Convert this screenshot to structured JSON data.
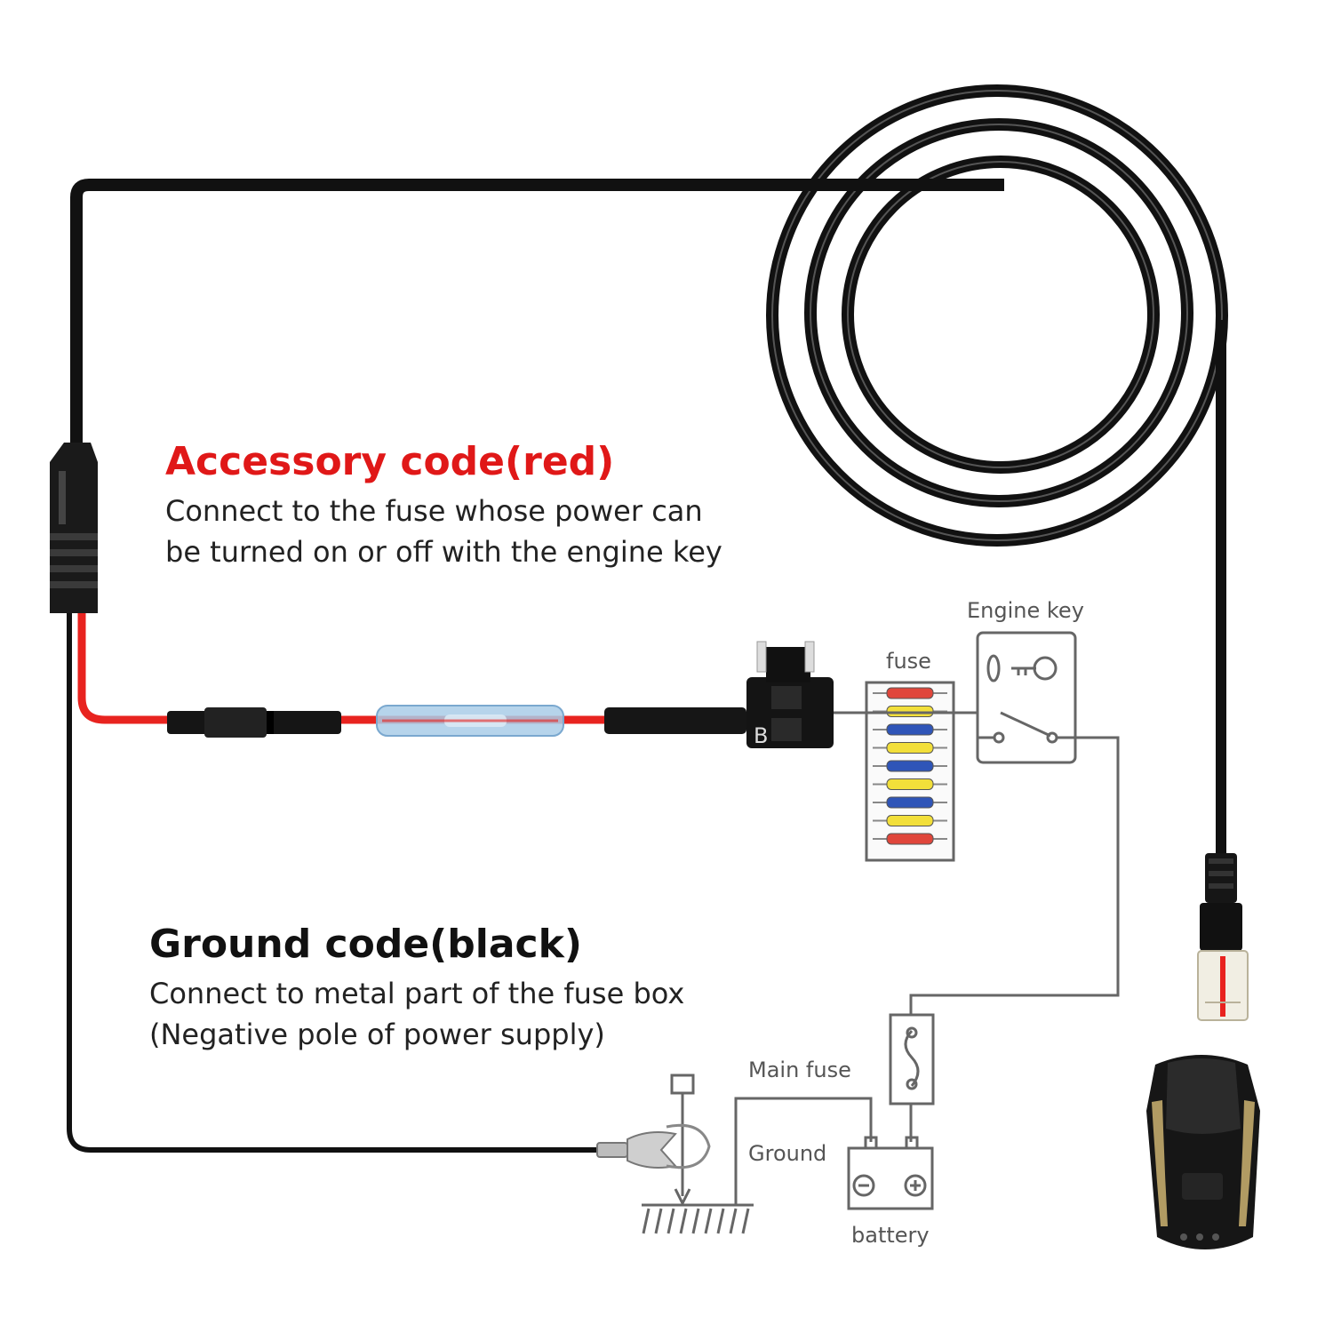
{
  "accessory": {
    "title": "Accessory code(red)",
    "line1": "Connect to the fuse whose power can",
    "line2": "be turned on or off with the engine key"
  },
  "ground": {
    "title": "Ground code(black)",
    "line1": "Connect to metal part of the fuse box",
    "line2": "(Negative pole of power supply)"
  },
  "labels": {
    "engine_key": "Engine key",
    "fuse": "fuse",
    "main_fuse": "Main fuse",
    "ground": "Ground",
    "battery": "battery"
  },
  "colors": {
    "red_wire": "#e8231f",
    "black_cable": "#111111",
    "sketch": "#666666",
    "accent_title": "#e01818"
  },
  "fuse_box_colors": [
    "red",
    "yellow",
    "blue",
    "yellow",
    "blue",
    "yellow",
    "blue",
    "yellow",
    "red"
  ]
}
